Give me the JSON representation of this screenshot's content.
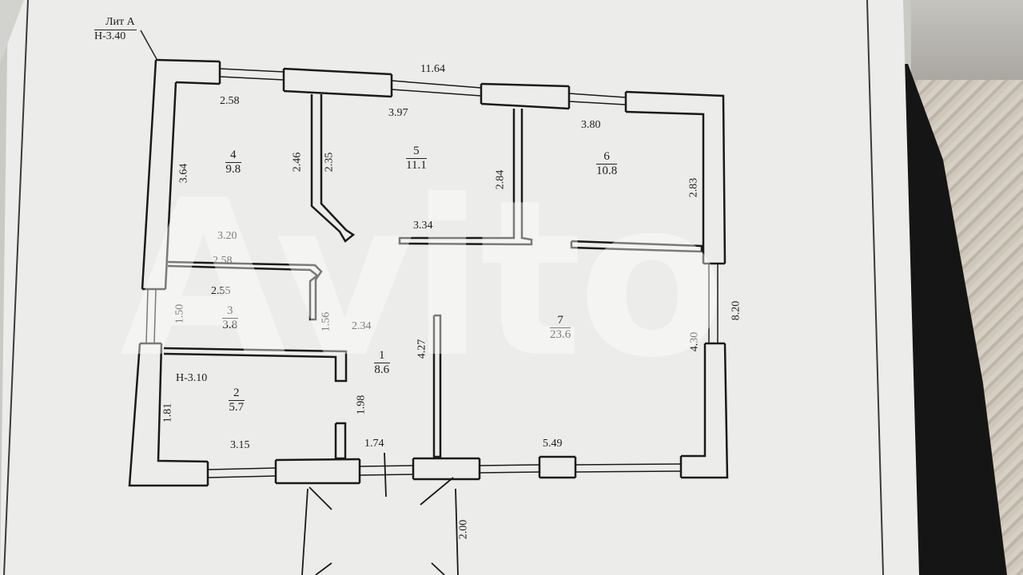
{
  "lit": {
    "name": "Лит А",
    "height": "Н-3.40"
  },
  "dimensions": [
    {
      "id": "top-total",
      "text": "11.64"
    },
    {
      "id": "r4-top",
      "text": "2.58"
    },
    {
      "id": "r5-top",
      "text": "3.97"
    },
    {
      "id": "r6-top",
      "text": "3.80"
    },
    {
      "id": "r4-left",
      "text": "3.64"
    },
    {
      "id": "r4-right-a",
      "text": "2.46"
    },
    {
      "id": "r5-left",
      "text": "2.35"
    },
    {
      "id": "r5-right",
      "text": "2.84"
    },
    {
      "id": "r6-right",
      "text": "2.83"
    },
    {
      "id": "hall-w",
      "text": "3.20"
    },
    {
      "id": "r5-bottom",
      "text": "3.34"
    },
    {
      "id": "r3-top",
      "text": "2.58"
    },
    {
      "id": "r3-bottom",
      "text": "2.55"
    },
    {
      "id": "r3-left",
      "text": "1.50"
    },
    {
      "id": "r3-right",
      "text": "1.56"
    },
    {
      "id": "r1-w",
      "text": "2.34"
    },
    {
      "id": "r1-right",
      "text": "4.27"
    },
    {
      "id": "r7-right",
      "text": "4.30"
    },
    {
      "id": "right-total",
      "text": "8.20"
    },
    {
      "id": "r2-height",
      "text": "Н-3.10"
    },
    {
      "id": "r2-left",
      "text": "1.81"
    },
    {
      "id": "r2-right",
      "text": "1.98"
    },
    {
      "id": "r2-bottom",
      "text": "3.15"
    },
    {
      "id": "r1-bottom",
      "text": "1.74"
    },
    {
      "id": "r7-bottom",
      "text": "5.49"
    },
    {
      "id": "porch-h",
      "text": "2.00"
    }
  ],
  "rooms": [
    {
      "number": "4",
      "area": "9.8"
    },
    {
      "number": "5",
      "area": "11.1"
    },
    {
      "number": "6",
      "area": "10.8"
    },
    {
      "number": "3",
      "area": "3.8"
    },
    {
      "number": "1",
      "area": "8.6"
    },
    {
      "number": "7",
      "area": "23.6"
    },
    {
      "number": "2",
      "area": "5.7"
    }
  ],
  "watermark": "Avito"
}
